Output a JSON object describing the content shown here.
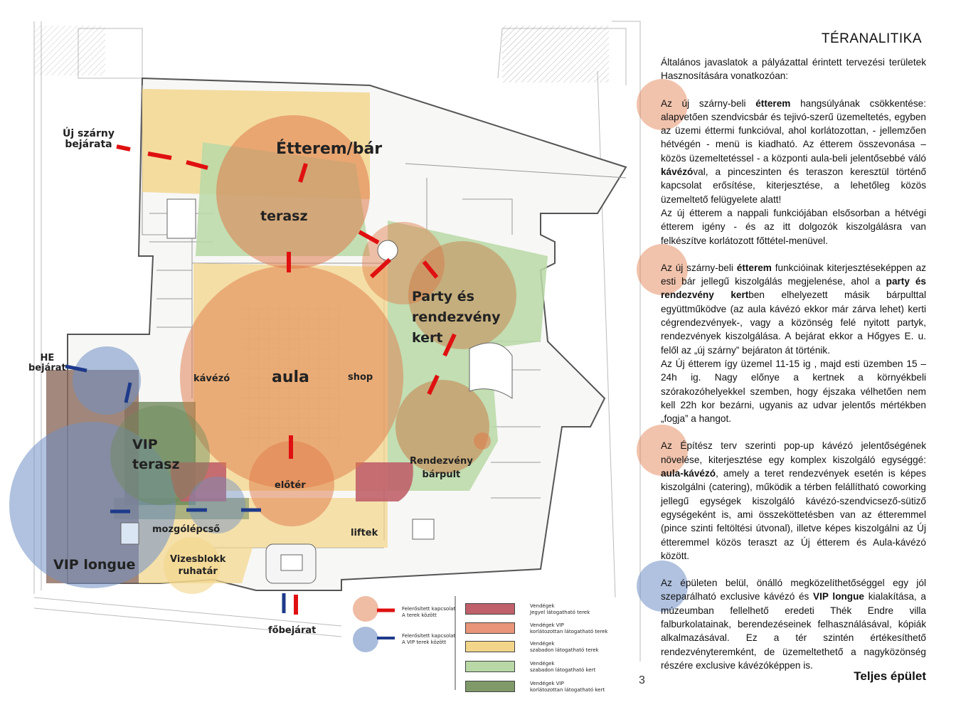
{
  "header": {
    "title": "TÉRANALITIKA"
  },
  "text": {
    "intro": "Általános javaslatok a pályázattal érintett tervezési területek Hasznosítására vonatkozóan:",
    "p1": [
      {
        "t": "Az új szárny-beli "
      },
      {
        "t": "étterem",
        "b": true
      },
      {
        "t": " hangsúlyának csökkentése: alapvetően szendvicsbár és tejivó-szerű üzemeltetés, egyben az üzemi éttermi funkcióval, ahol korlátozottan, - jellemzően hétvégén - menü is kiadható. Az étterem összevonása – közös üzemeltetéssel - a központi aula-beli jelentősebbé váló "
      },
      {
        "t": "kávézó",
        "b": true
      },
      {
        "t": "val, a pinceszinten és teraszon keresztül történő kapcsolat erősítése, kiterjesztése, a lehetőleg közös üzemeltető felügyelete alatt!"
      }
    ],
    "p1b": "Az új étterem a nappali funkciójában elsősorban a hétvégi étterem igény - és az itt dolgozók kiszolgálásra van felkészítve korlátozott főttétel-menüvel.",
    "p2": [
      {
        "t": "Az új szárny-beli "
      },
      {
        "t": "étterem",
        "b": true
      },
      {
        "t": " funkcióinak kiterjesztéseképpen az esti bár jellegű kiszolgálás megjelenése, ahol a "
      },
      {
        "t": "party és rendezvény kert",
        "b": true
      },
      {
        "t": "ben elhelyezett másik bárpulttal együttműködve (az aula kávézó ekkor már zárva lehet) kerti cégrendezvények-, vagy a közönség felé nyitott partyk, rendezvények kiszolgálása. A bejárat ekkor a Hőgyes E. u. felől az „új szárny” bejáraton át történik."
      }
    ],
    "p2b": "Az Új étterem így üzemel 11-15 ig , majd esti üzemben 15 – 24h ig. Nagy előnye a kertnek a környékbeli szórakozóhelyekkel szemben, hogy éjszaka vélhetően nem kell 22h kor bezárni, ugyanis az udvar jelentős mértékben „fogja” a hangot.",
    "p3": [
      {
        "t": "Az Építész terv szerinti pop-up kávézó jelentőségének növelése, kiterjesztése egy komplex kiszolgáló egységgé: "
      },
      {
        "t": "aula-kávézó",
        "b": true
      },
      {
        "t": ", amely a teret rendezvények esetén is képes kiszolgálni (catering), működik a térben felállítható coworking jellegű egységek kiszolgáló kávézó-szendvicsező-sütiző egységeként is, ami összeköttetésben van az étteremmel (pince szinti feltöltési útvonal), illetve képes kiszolgálni az Új étteremmel közös teraszt az Új étterem és Aula-kávézó között."
      }
    ],
    "p4": [
      {
        "t": "Az épületen belül, önálló megközelíthetőséggel egy jól szeparálható exclusive kávézó és "
      },
      {
        "t": "VIP longue",
        "b": true
      },
      {
        "t": " kialakítása, a múzeumban fellelhető eredeti Thék Endre villa falburkolatainak, berendezéseinek felhasználásával, kópiák alkalmazásával. Ez a tér szintén értékesíthető rendezvényteremként, de üzemeltethető a nagyközönség részére exclusive kávézóképpen is."
      }
    ]
  },
  "plan": {
    "labels": {
      "uj_szarny": "Új szárny\nbejárata",
      "etterem_bar": "Étterem/bár",
      "terasz": "terasz",
      "party": "Party és\nrendezvény\nkert",
      "he_bejarat": "HE\nbejárat",
      "kavezo": "kávézó",
      "aula": "aula",
      "shop": "shop",
      "vip_terasz": "VIP\nterasz",
      "rendezveny_barpult": "Rendezvény\nbárpult",
      "eloter": "előtér",
      "mozgolepcso": "mozgólépcső",
      "liftek": "liftek",
      "vip_longue": "VIP longue",
      "vizesblokk": "Vizesblokk\nruhatár",
      "fobejarat": "főbejárat"
    },
    "legend": {
      "red_line": "Felerősített kapcsolat\nA terek között",
      "blue_line": "Felerősített kapcsolat\nA VIP terek között",
      "items": [
        {
          "label": "Vendégek\nJegyel látogatható terek",
          "color": "#c0606a"
        },
        {
          "label": "Vendégek VIP\nkorlátozottan látogatható terek",
          "color": "#e8957a"
        },
        {
          "label": "Vendégek\nszabadon látogatható terek",
          "color": "#f3d58a"
        },
        {
          "label": "Vendégek\nszabadon látogatható kert",
          "color": "#b8d9a6"
        },
        {
          "label": "Vendégek VIP\nkorlátozottan látogatható kert",
          "color": "#7f9a68"
        }
      ]
    },
    "colors": {
      "red_link": "#e01010",
      "blue_link": "#1e3a8a",
      "orange_circle": "#e07a4a",
      "blue_circle": "#6f8fc4",
      "yellow_zone": "#f3d58a",
      "green_zone": "#b8d9a6",
      "dark_green_zone": "#6f8a5c",
      "brown_zone": "#8b6a5c"
    }
  },
  "footer": {
    "section": "Teljes épület",
    "page": "3"
  }
}
